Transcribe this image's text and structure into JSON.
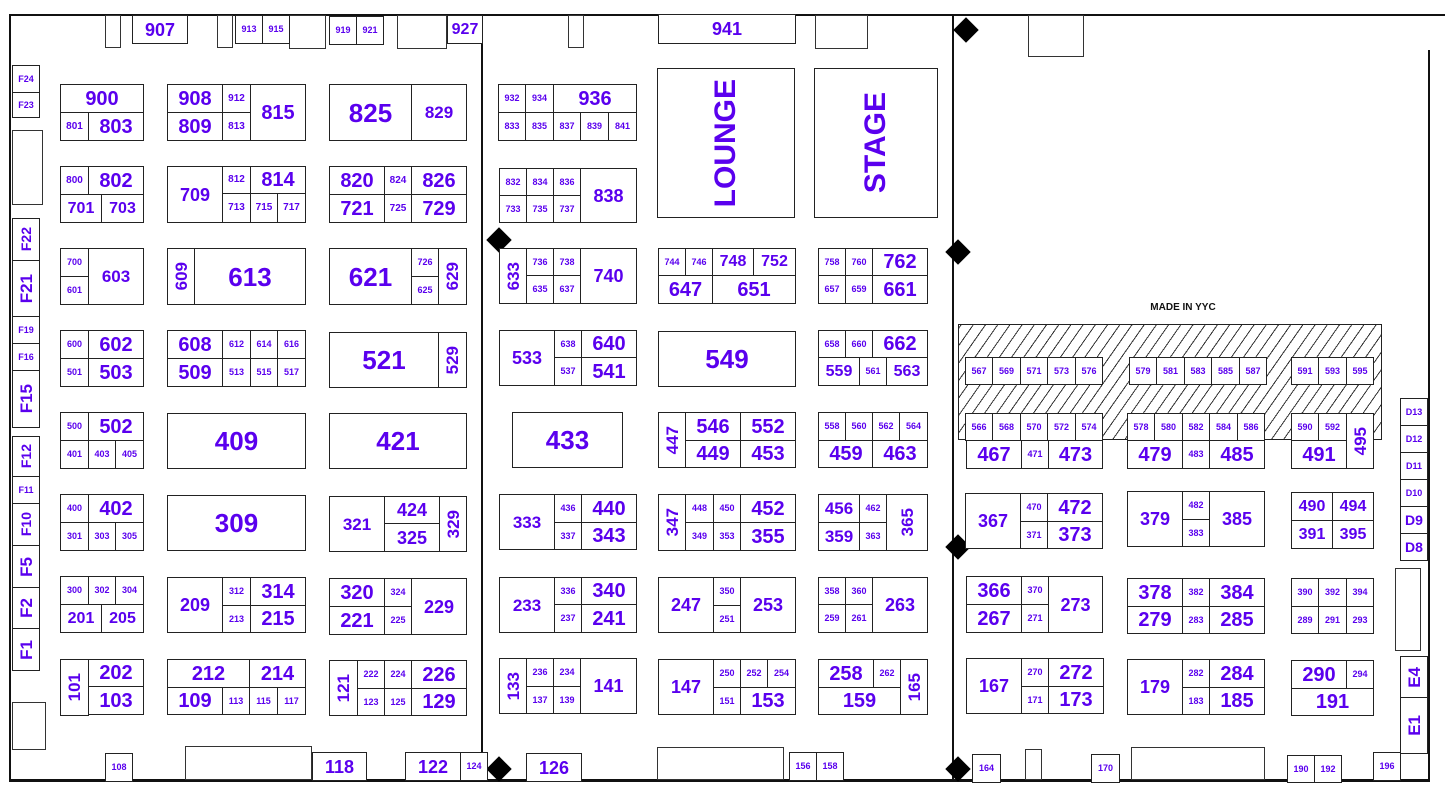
{
  "title": "Exhibit Floor Plan",
  "colors": {
    "booth_text": "#5a00ee",
    "lines": "#222222"
  },
  "features": {
    "lounge": "LOUNGE",
    "stage": "STAGE",
    "made_in_yyc": "MADE IN YYC"
  },
  "booths": [
    "900",
    "801",
    "803",
    "908",
    "912",
    "809",
    "813",
    "815",
    "825",
    "829",
    "932",
    "934",
    "936",
    "833",
    "835",
    "837",
    "839",
    "841",
    "800",
    "802",
    "701",
    "703",
    "709",
    "812",
    "814",
    "713",
    "715",
    "717",
    "820",
    "824",
    "826",
    "721",
    "725",
    "729",
    "832",
    "834",
    "836",
    "733",
    "735",
    "737",
    "838",
    "700",
    "601",
    "603",
    "609",
    "613",
    "621",
    "726",
    "625",
    "629",
    "633",
    "736",
    "738",
    "635",
    "637",
    "740",
    "744",
    "746",
    "748",
    "752",
    "647",
    "651",
    "758",
    "760",
    "762",
    "657",
    "659",
    "661",
    "600",
    "602",
    "501",
    "503",
    "608",
    "612",
    "614",
    "616",
    "509",
    "513",
    "515",
    "517",
    "521",
    "529",
    "533",
    "638",
    "640",
    "537",
    "541",
    "549",
    "658",
    "660",
    "662",
    "559",
    "561",
    "563",
    "500",
    "502",
    "401",
    "403",
    "405",
    "409",
    "421",
    "433",
    "447",
    "546",
    "552",
    "449",
    "453",
    "558",
    "560",
    "562",
    "564",
    "459",
    "463",
    "400",
    "402",
    "301",
    "303",
    "305",
    "309",
    "321",
    "424",
    "325",
    "329",
    "333",
    "436",
    "440",
    "337",
    "343",
    "347",
    "448",
    "450",
    "452",
    "349",
    "353",
    "355",
    "456",
    "462",
    "359",
    "363",
    "365",
    "367",
    "470",
    "472",
    "371",
    "373",
    "379",
    "482",
    "383",
    "385",
    "490",
    "494",
    "391",
    "395",
    "300",
    "302",
    "304",
    "201",
    "205",
    "209",
    "312",
    "314",
    "213",
    "215",
    "320",
    "324",
    "221",
    "225",
    "229",
    "233",
    "336",
    "340",
    "237",
    "241",
    "247",
    "350",
    "251",
    "253",
    "358",
    "360",
    "259",
    "261",
    "263",
    "366",
    "370",
    "267",
    "271",
    "273",
    "378",
    "382",
    "384",
    "279",
    "283",
    "285",
    "390",
    "392",
    "394",
    "289",
    "291",
    "293",
    "101",
    "202",
    "103",
    "212",
    "214",
    "109",
    "113",
    "115",
    "117",
    "121",
    "222",
    "224",
    "226",
    "123",
    "125",
    "129",
    "133",
    "236",
    "234",
    "137",
    "139",
    "141",
    "147",
    "250",
    "252",
    "254",
    "151",
    "153",
    "258",
    "262",
    "159",
    "165",
    "167",
    "270",
    "272",
    "171",
    "173",
    "179",
    "282",
    "284",
    "183",
    "185",
    "290",
    "294",
    "191",
    "567",
    "569",
    "571",
    "573",
    "576",
    "579",
    "581",
    "583",
    "585",
    "587",
    "591",
    "593",
    "595",
    "566",
    "568",
    "570",
    "572",
    "574",
    "578",
    "580",
    "582",
    "584",
    "586",
    "590",
    "592",
    "495",
    "467",
    "471",
    "473",
    "479",
    "483",
    "485",
    "491",
    "D13",
    "D12",
    "D11",
    "D10",
    "D9",
    "D8",
    "E4",
    "E1",
    "F24",
    "F23",
    "F22",
    "F21",
    "F19",
    "F16",
    "F15",
    "F12",
    "F11",
    "F10",
    "F5",
    "F2",
    "F1",
    "907",
    "913",
    "915",
    "919",
    "921",
    "927",
    "941",
    "108",
    "118",
    "122",
    "124",
    "126",
    "156",
    "158",
    "164",
    "170",
    "190",
    "192",
    "196"
  ]
}
